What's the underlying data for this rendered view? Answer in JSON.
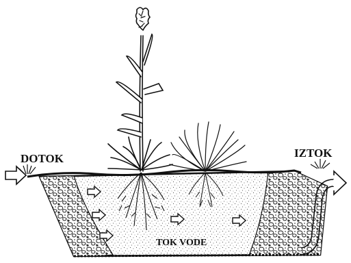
{
  "labels": {
    "inflow": "DOTOK",
    "outflow": "IZTOK",
    "water_flow": "TOK VODE"
  },
  "colors": {
    "ink": "#111111",
    "background": "#ffffff"
  },
  "icons": {
    "inflow_arrow": "outlined-arrow-right",
    "outflow_pipe": "curved-pipe-outlined-arrow",
    "flow_arrows": "outlined-arrow-right"
  }
}
